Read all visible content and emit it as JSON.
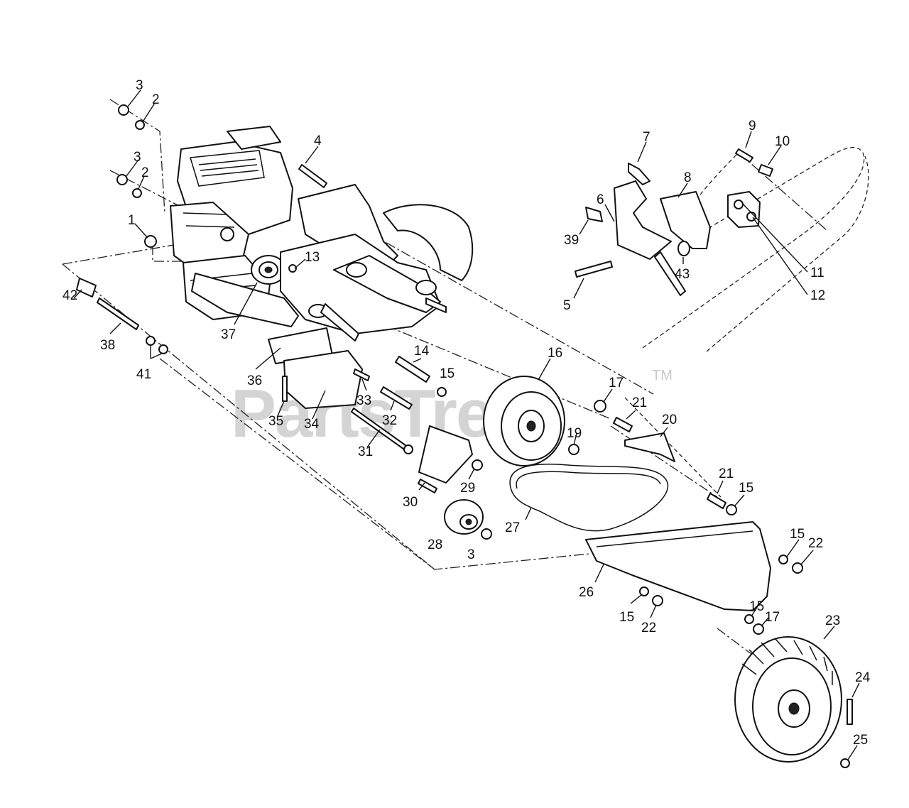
{
  "watermark": {
    "text": "PartsTree",
    "trademark": "TM"
  },
  "callouts": [
    {
      "id": "c3a",
      "label": "3"
    },
    {
      "id": "c2a",
      "label": "2"
    },
    {
      "id": "c3b",
      "label": "3"
    },
    {
      "id": "c2b",
      "label": "2"
    },
    {
      "id": "c1",
      "label": "1"
    },
    {
      "id": "c4",
      "label": "4"
    },
    {
      "id": "c42",
      "label": "42"
    },
    {
      "id": "c38",
      "label": "38"
    },
    {
      "id": "c41",
      "label": "41"
    },
    {
      "id": "c37",
      "label": "37"
    },
    {
      "id": "c13",
      "label": "13"
    },
    {
      "id": "c36",
      "label": "36"
    },
    {
      "id": "c35",
      "label": "35"
    },
    {
      "id": "c34",
      "label": "34"
    },
    {
      "id": "c33",
      "label": "33"
    },
    {
      "id": "c32",
      "label": "32"
    },
    {
      "id": "c31",
      "label": "31"
    },
    {
      "id": "c14",
      "label": "14"
    },
    {
      "id": "c15a",
      "label": "15"
    },
    {
      "id": "c16",
      "label": "16"
    },
    {
      "id": "c17a",
      "label": "17"
    },
    {
      "id": "c21a",
      "label": "21"
    },
    {
      "id": "c20",
      "label": "20"
    },
    {
      "id": "c19",
      "label": "19"
    },
    {
      "id": "c30",
      "label": "30"
    },
    {
      "id": "c29",
      "label": "29"
    },
    {
      "id": "c28",
      "label": "28"
    },
    {
      "id": "c3c",
      "label": "3"
    },
    {
      "id": "c27",
      "label": "27"
    },
    {
      "id": "c21b",
      "label": "21"
    },
    {
      "id": "c15b",
      "label": "15"
    },
    {
      "id": "c15c",
      "label": "15"
    },
    {
      "id": "c22a",
      "label": "22"
    },
    {
      "id": "c26",
      "label": "26"
    },
    {
      "id": "c15d",
      "label": "15"
    },
    {
      "id": "c22b",
      "label": "22"
    },
    {
      "id": "c15e",
      "label": "15"
    },
    {
      "id": "c17b",
      "label": "17"
    },
    {
      "id": "c23",
      "label": "23"
    },
    {
      "id": "c24",
      "label": "24"
    },
    {
      "id": "c25",
      "label": "25"
    },
    {
      "id": "c7",
      "label": "7"
    },
    {
      "id": "c8",
      "label": "8"
    },
    {
      "id": "c9",
      "label": "9"
    },
    {
      "id": "c10",
      "label": "10"
    },
    {
      "id": "c6",
      "label": "6"
    },
    {
      "id": "c39",
      "label": "39"
    },
    {
      "id": "c43",
      "label": "43"
    },
    {
      "id": "c5",
      "label": "5"
    },
    {
      "id": "c11",
      "label": "11"
    },
    {
      "id": "c12",
      "label": "12"
    }
  ]
}
